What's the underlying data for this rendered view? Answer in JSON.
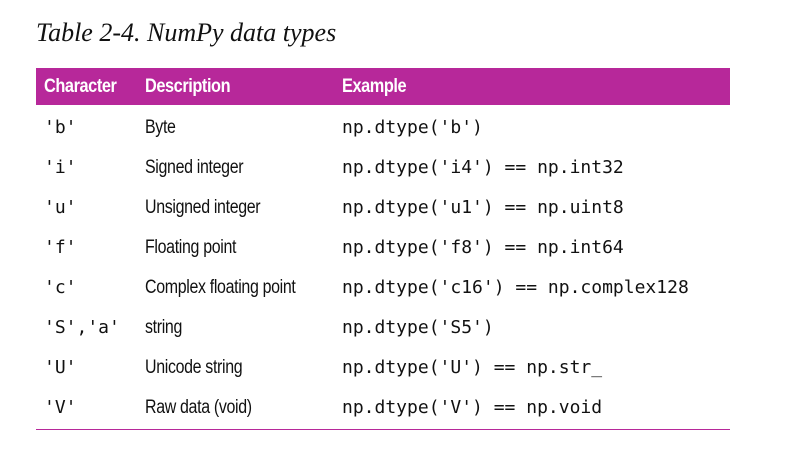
{
  "caption": "Table 2-4. NumPy data types",
  "table": {
    "headers": [
      "Character",
      "Description",
      "Example"
    ],
    "rows": [
      {
        "character": "'b'",
        "description": "Byte",
        "example": "np.dtype('b')"
      },
      {
        "character": "'i'",
        "description": "Signed integer",
        "example": "np.dtype('i4') == np.int32"
      },
      {
        "character": "'u'",
        "description": "Unsigned integer",
        "example": "np.dtype('u1') == np.uint8"
      },
      {
        "character": "'f'",
        "description": "Floating point",
        "example": "np.dtype('f8') == np.int64"
      },
      {
        "character": "'c'",
        "description": "Complex floating point",
        "example": "np.dtype('c16') == np.complex128"
      },
      {
        "character": "'S','a'",
        "description": "string",
        "example": "np.dtype('S5')"
      },
      {
        "character": "'U'",
        "description": "Unicode string",
        "example": "np.dtype('U') == np.str_"
      },
      {
        "character": "'V'",
        "description": "Raw data (void)",
        "example": "np.dtype('V') == np.void"
      }
    ]
  },
  "colors": {
    "header_background": "#b7289a",
    "header_text": "#ffffff",
    "rule": "#b7289a"
  }
}
